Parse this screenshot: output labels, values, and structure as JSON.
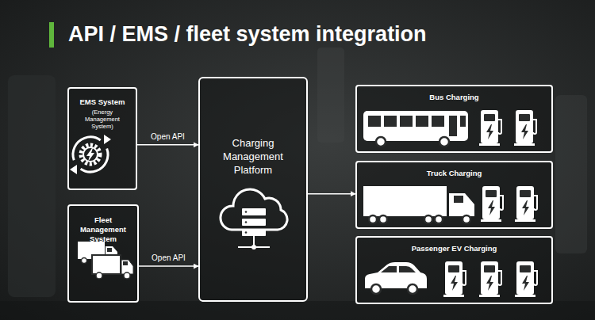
{
  "diagram": {
    "title": "API / EMS / fleet system integration",
    "nodes": [
      {
        "text": [
          "EMS System",
          "(Energy Management System)"
        ]
      },
      {
        "text": [
          "Fleet Management System"
        ]
      },
      {
        "text": [
          "Charging Management Platform"
        ]
      },
      {
        "text": [
          "Bus Charging"
        ]
      },
      {
        "text": [
          "Truck Charging"
        ]
      },
      {
        "text": [
          "Passenger EV Charging"
        ]
      }
    ],
    "edges": [
      {
        "from": 0,
        "to": 2,
        "label": "Open API",
        "arrow": "to"
      },
      {
        "from": 1,
        "to": 2,
        "label": "Open API",
        "arrow": "to"
      },
      {
        "from": 2,
        "to": 4,
        "arrow": "to"
      }
    ]
  }
}
